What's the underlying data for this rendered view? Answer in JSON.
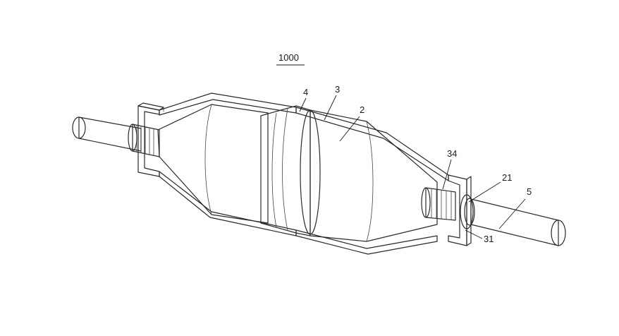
{
  "figure": {
    "reference_number": "1000",
    "labels": {
      "housing": "4",
      "frame": "3",
      "body": "2",
      "spring": "34",
      "end_collar": "21",
      "rod": "5",
      "frame_end": "31"
    }
  }
}
